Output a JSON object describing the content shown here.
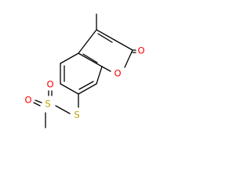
{
  "molecule": {
    "atoms": {
      "o_ring": {
        "label": "O",
        "color": "#ff0000"
      },
      "o_carbonyl": {
        "label": "O",
        "color": "#ff0000"
      },
      "s_thio": {
        "label": "S",
        "color": "#b8a000"
      },
      "s_sulfonyl": {
        "label": "S",
        "color": "#b8a000"
      },
      "o_sulfonyl_left": {
        "label": "O",
        "color": "#ff0000"
      },
      "o_sulfonyl_right": {
        "label": "O",
        "color": "#ff0000"
      }
    },
    "bond_color": "#000000"
  }
}
